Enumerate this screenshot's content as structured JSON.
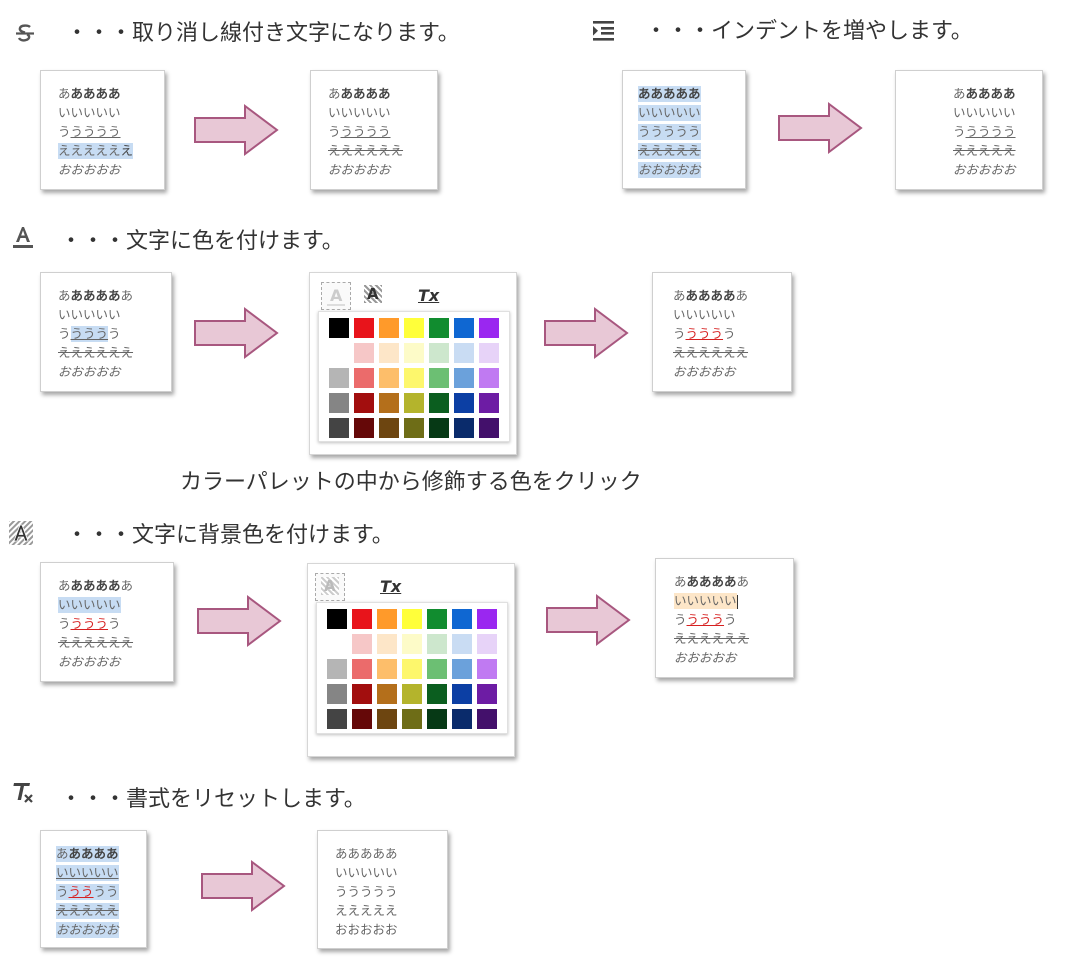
{
  "sections": {
    "strike": {
      "heading": "・・・取り消し線付き文字になります。",
      "icon": "strikethrough-icon"
    },
    "indent": {
      "heading": "・・・インデントを増やします。",
      "icon": "indent-increase-icon"
    },
    "color": {
      "heading": "・・・文字に色を付けます。",
      "icon": "text-color-icon",
      "caption": "カラーパレットの中から修飾する色をクリック"
    },
    "bgcolor": {
      "heading": "・・・文字に背景色を付けます。",
      "icon": "background-color-icon"
    },
    "reset": {
      "heading": "・・・書式をリセットします。",
      "icon": "clear-format-icon"
    }
  },
  "sample": {
    "l1": "ああああ",
    "l1a": "あ",
    "l1rest": "あああ",
    "l1full": "あああああ",
    "l2": "いいいいい",
    "l3a": "う",
    "l3b": "うううう",
    "l3c": "うう",
    "l3mid": "ううう",
    "l3full": "ううううう",
    "l4": "えええええ",
    "l5": "おおおおお"
  },
  "palette": {
    "text_button": "A",
    "bg_button": "A",
    "clear_button": "Tx",
    "colors": [
      [
        "#000000",
        "#e8141b",
        "#ff9a2a",
        "#ffff3a",
        "#118c2f",
        "#0f67d2",
        "#9a27f0"
      ],
      [
        "",
        "#f6c7c7",
        "#fde6c8",
        "#fdfbc8",
        "#cde7cd",
        "#c9dcf3",
        "#e7d3f8"
      ],
      [
        "#b5b5b5",
        "#eb6b6b",
        "#fdbe6a",
        "#fdf76c",
        "#6cbf73",
        "#6ba1db",
        "#c07af2"
      ],
      [
        "#858585",
        "#a20e0e",
        "#b46f1b",
        "#b4b42c",
        "#0b5e1f",
        "#0c3fa4",
        "#6d1ca4"
      ],
      [
        "#444444",
        "#650808",
        "#6d4510",
        "#6e6d17",
        "#063915",
        "#0a2b6b",
        "#43106b"
      ]
    ]
  },
  "colors": {
    "arrow_fill": "#e8c8d6",
    "arrow_stroke": "#a8577f",
    "selection": "#c7dcf3",
    "peach_highlight": "#fde6c8",
    "red_text": "#d62020"
  }
}
